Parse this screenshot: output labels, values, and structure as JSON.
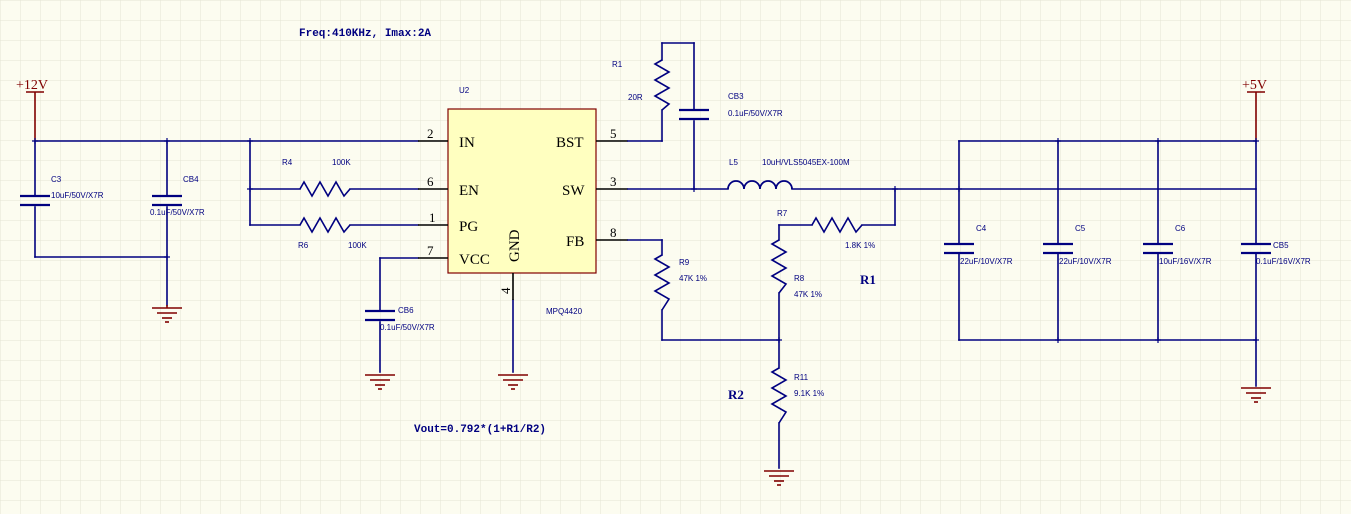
{
  "notes": {
    "freq": "Freq:410KHz, Imax:2A",
    "vout": "Vout=0.792*(1+R1/R2)",
    "r1_label": "R1",
    "r2_label": "R2"
  },
  "rails": {
    "input": "+12V",
    "output": "+5V"
  },
  "ic": {
    "designator": "U2",
    "part": "MPQ4420",
    "pins": [
      {
        "name": "IN",
        "number": "2"
      },
      {
        "name": "EN",
        "number": "6"
      },
      {
        "name": "PG",
        "number": "1"
      },
      {
        "name": "VCC",
        "number": "7"
      },
      {
        "name": "GND",
        "number": "4"
      },
      {
        "name": "BST",
        "number": "5"
      },
      {
        "name": "SW",
        "number": "3"
      },
      {
        "name": "FB",
        "number": "8"
      }
    ]
  },
  "components": {
    "C3": {
      "designator": "C3",
      "value": "10uF/50V/X7R"
    },
    "CB4": {
      "designator": "CB4",
      "value": "0.1uF/50V/X7R"
    },
    "R4": {
      "designator": "R4",
      "value": "100K"
    },
    "R6": {
      "designator": "R6",
      "value": "100K"
    },
    "CB6": {
      "designator": "CB6",
      "value": "0.1uF/50V/X7R"
    },
    "R1": {
      "designator": "R1",
      "value": "20R"
    },
    "CB3": {
      "designator": "CB3",
      "value": "0.1uF/50V/X7R"
    },
    "L5": {
      "designator": "L5",
      "value": "10uH/VLS5045EX-100M"
    },
    "R7": {
      "designator": "R7",
      "value": "1.8K 1%"
    },
    "R9": {
      "designator": "R9",
      "value": "47K 1%"
    },
    "R8": {
      "designator": "R8",
      "value": "47K 1%"
    },
    "R11": {
      "designator": "R11",
      "value": "9.1K 1%"
    },
    "C4": {
      "designator": "C4",
      "value": "22uF/10V/X7R"
    },
    "C5": {
      "designator": "C5",
      "value": "22uF/10V/X7R"
    },
    "C6": {
      "designator": "C6",
      "value": "10uF/16V/X7R"
    },
    "CB5": {
      "designator": "CB5",
      "value": "0.1uF/16V/X7R"
    }
  },
  "colors": {
    "background": "#fcfcf0",
    "grid": "#e4e4d4",
    "wire": "#000080",
    "ic_body": "#ffffc0",
    "power": "#800000"
  }
}
